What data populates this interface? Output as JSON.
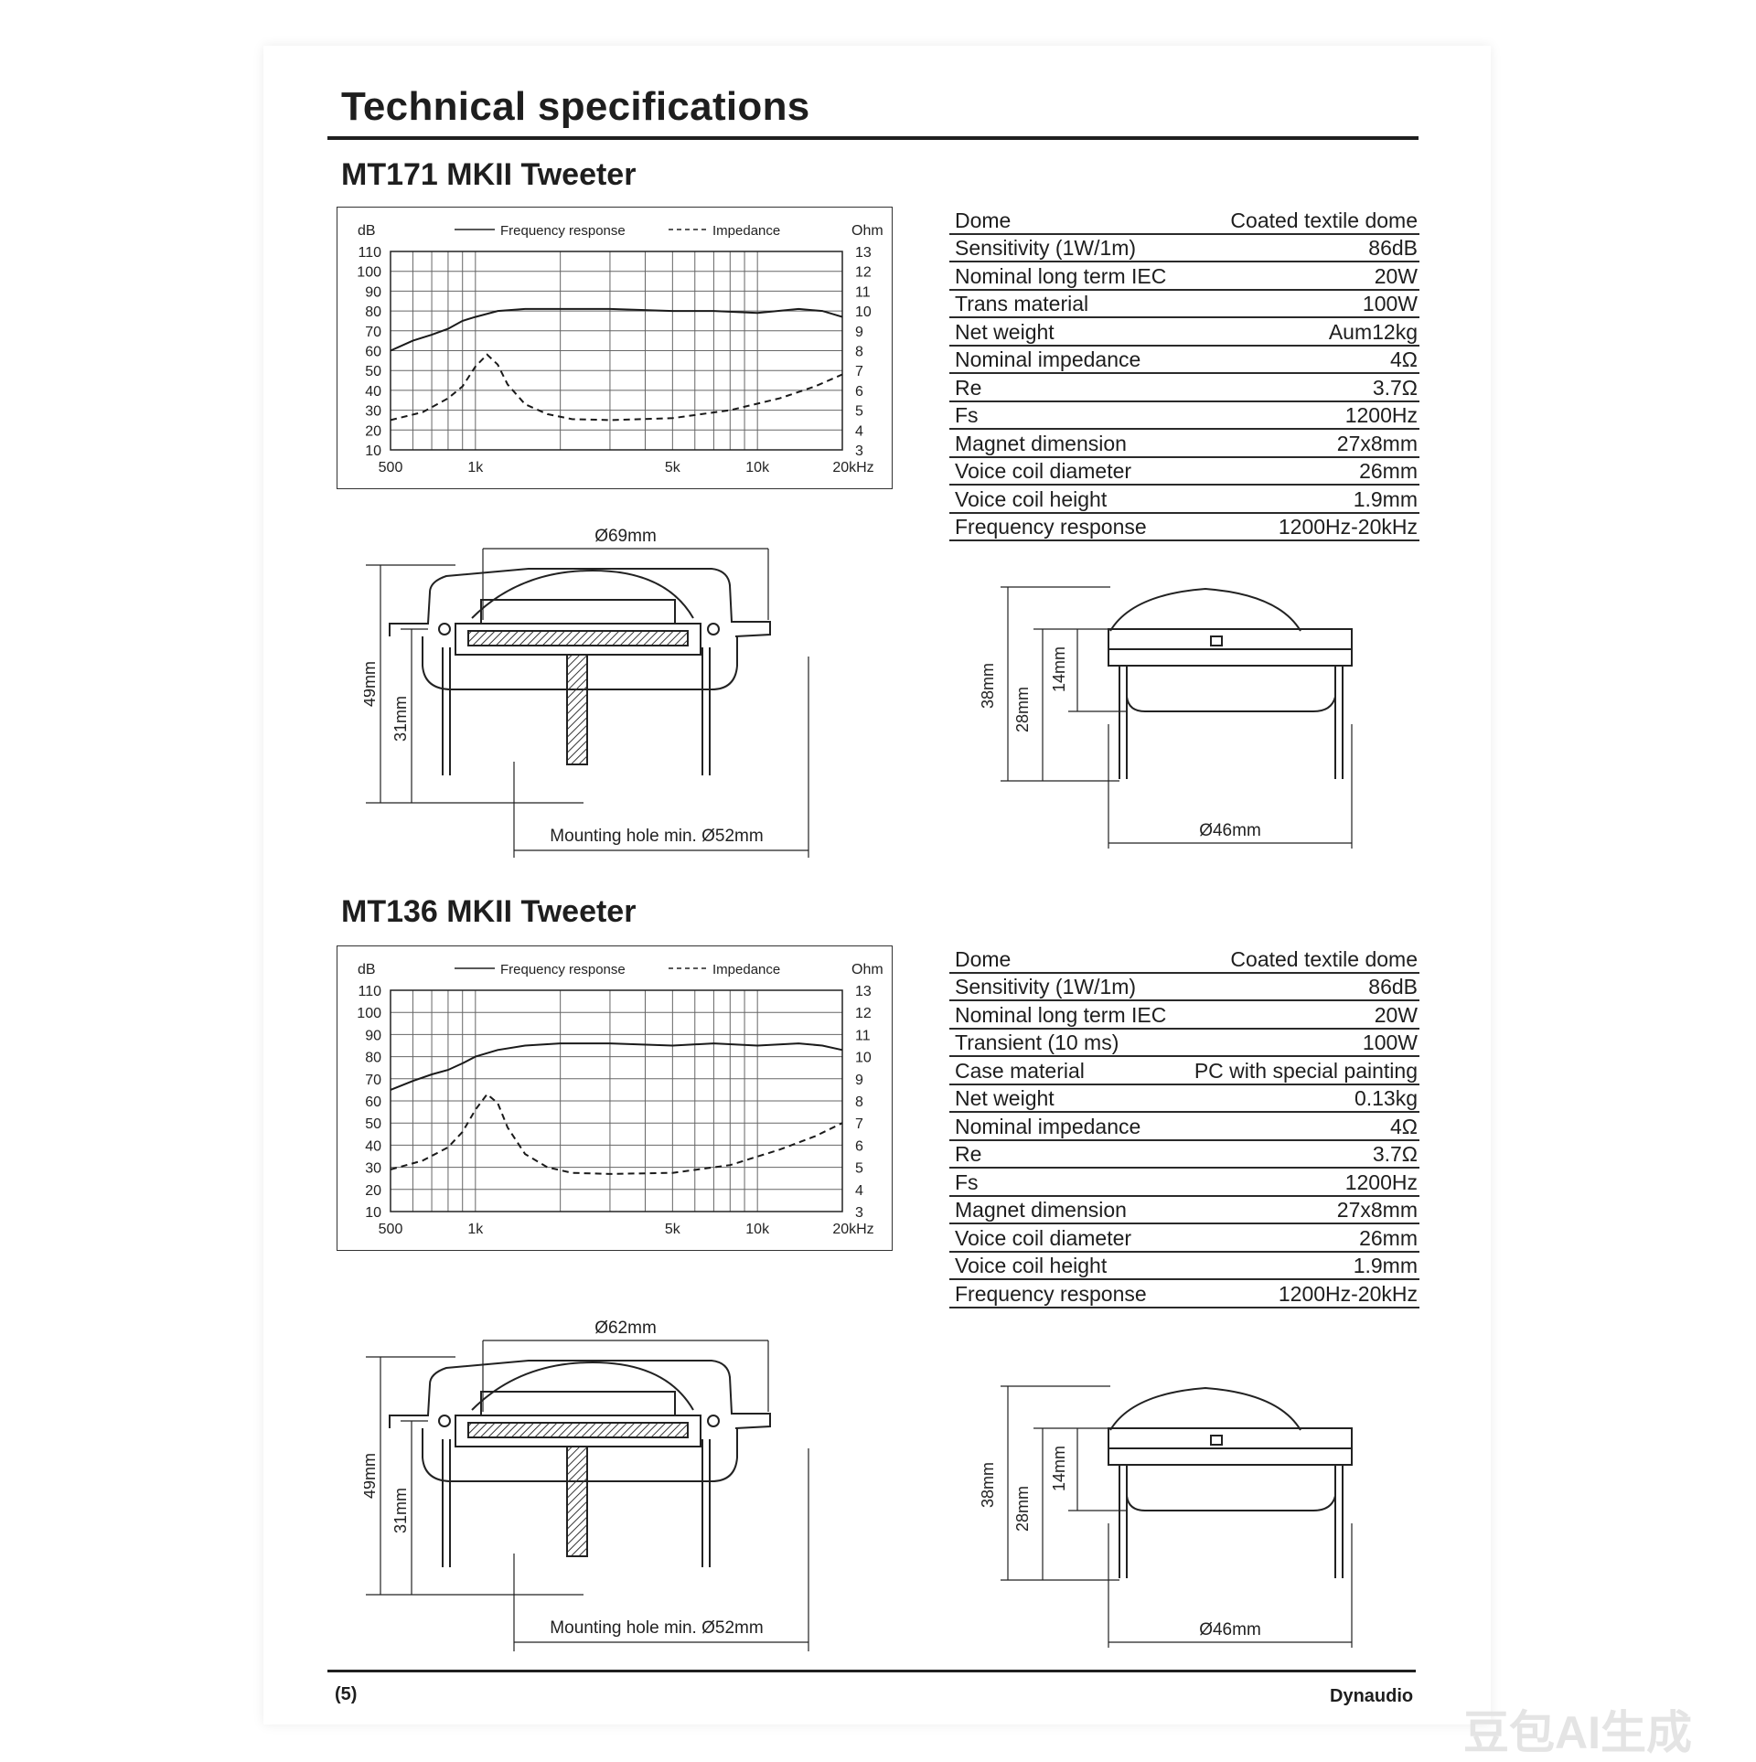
{
  "page": {
    "title": "Technical specifications",
    "page_number": "(5)",
    "brand": "Dynaudio",
    "watermark": "豆包AI生成"
  },
  "products": [
    {
      "name": "MT171 MKII Tweeter",
      "chart_data": {
        "type": "line",
        "left_unit": "dB",
        "right_unit": "Ohm",
        "legend": {
          "solid": "Frequency response",
          "dashed": "Impedance"
        },
        "legend_placement": "top",
        "grid": true,
        "left_ticks": [
          "110",
          "100",
          "90",
          "80",
          "70",
          "60",
          "50",
          "40",
          "30",
          "20",
          "10"
        ],
        "right_ticks": [
          "13",
          "12",
          "11",
          "10",
          "9",
          "8",
          "7",
          "6",
          "5",
          "4",
          "3"
        ],
        "x_ticks": [
          "500",
          "1k",
          "5k",
          "10k",
          "20kHz"
        ],
        "x_log": true,
        "xlim": [
          500,
          20000
        ],
        "ylim_left": [
          10,
          110
        ],
        "series": [
          {
            "name": "Frequency response",
            "axis": "left",
            "style": "solid",
            "x": [
              500,
              600,
              700,
              800,
              900,
              1000,
              1200,
              1500,
              2000,
              3000,
              5000,
              7000,
              10000,
              14000,
              17000,
              20000
            ],
            "y": [
              60,
              65,
              68,
              71,
              75,
              77,
              80,
              81,
              81,
              81,
              80,
              80,
              79,
              81,
              80,
              77
            ]
          },
          {
            "name": "Impedance",
            "axis": "right",
            "style": "dashed",
            "x": [
              500,
              650,
              800,
              900,
              1000,
              1100,
              1200,
              1300,
              1500,
              1800,
              2200,
              3000,
              5000,
              8000,
              12000,
              16000,
              20000
            ],
            "y": [
              4.5,
              4.9,
              5.6,
              6.2,
              7.2,
              7.8,
              7.3,
              6.3,
              5.3,
              4.8,
              4.55,
              4.5,
              4.6,
              5.0,
              5.6,
              6.2,
              6.8
            ]
          }
        ]
      },
      "specs": [
        [
          "Dome",
          "Coated textile dome"
        ],
        [
          "Sensitivity (1W/1m)",
          "86dB"
        ],
        [
          "Nominal long term IEC",
          "20W"
        ],
        [
          "Trans material",
          "100W"
        ],
        [
          "Net weight",
          "Aum12kg"
        ],
        [
          "Nominal impedance",
          "4Ω"
        ],
        [
          "Re",
          "3.7Ω"
        ],
        [
          "Fs",
          "1200Hz"
        ],
        [
          "Magnet dimension",
          "27x8mm"
        ],
        [
          "Voice coil diameter",
          "26mm"
        ],
        [
          "Voice coil height",
          "1.9mm"
        ],
        [
          "Frequency response",
          "1200Hz-20kHz"
        ]
      ],
      "side_drawing": {
        "width": "Ø69mm",
        "height_total": "49mm",
        "height_lower": "31mm",
        "mounting_hole": "Mounting hole min. Ø52mm"
      },
      "front_drawing": {
        "height_total": "38mm",
        "height_mid": "28mm",
        "height_top": "14mm",
        "width": "Ø46mm"
      }
    },
    {
      "name": "MT136 MKII Tweeter",
      "chart_data": {
        "type": "line",
        "left_unit": "dB",
        "right_unit": "Ohm",
        "legend": {
          "solid": "Frequency response",
          "dashed": "Impedance"
        },
        "legend_placement": "top",
        "grid": true,
        "left_ticks": [
          "110",
          "100",
          "90",
          "80",
          "70",
          "60",
          "50",
          "40",
          "30",
          "20",
          "10"
        ],
        "right_ticks": [
          "13",
          "12",
          "11",
          "10",
          "9",
          "8",
          "7",
          "6",
          "5",
          "4",
          "3"
        ],
        "x_ticks": [
          "500",
          "1k",
          "5k",
          "10k",
          "20kHz"
        ],
        "x_log": true,
        "xlim": [
          500,
          20000
        ],
        "ylim_left": [
          10,
          110
        ],
        "series": [
          {
            "name": "Frequency response",
            "axis": "left",
            "style": "solid",
            "x": [
              500,
              600,
              700,
              800,
              900,
              1000,
              1200,
              1500,
              2000,
              3000,
              5000,
              7000,
              10000,
              14000,
              17000,
              20000
            ],
            "y": [
              65,
              69,
              72,
              74,
              77,
              80,
              83,
              85,
              86,
              86,
              85,
              86,
              85,
              86,
              85,
              83
            ]
          },
          {
            "name": "Impedance",
            "axis": "right",
            "style": "dashed",
            "x": [
              500,
              650,
              800,
              900,
              1000,
              1100,
              1200,
              1300,
              1500,
              1800,
              2200,
              3000,
              5000,
              8000,
              12000,
              16000,
              20000
            ],
            "y": [
              4.9,
              5.3,
              5.9,
              6.6,
              7.6,
              8.3,
              7.9,
              6.8,
              5.6,
              5.0,
              4.75,
              4.7,
              4.75,
              5.1,
              5.8,
              6.4,
              7.0
            ]
          }
        ]
      },
      "specs": [
        [
          "Dome",
          "Coated textile dome"
        ],
        [
          "Sensitivity (1W/1m)",
          "86dB"
        ],
        [
          "Nominal long term IEC",
          "20W"
        ],
        [
          "Transient (10 ms)",
          "100W"
        ],
        [
          "Case material",
          "PC with special painting"
        ],
        [
          "Net weight",
          "0.13kg"
        ],
        [
          "Nominal impedance",
          "4Ω"
        ],
        [
          "Re",
          "3.7Ω"
        ],
        [
          "Fs",
          "1200Hz"
        ],
        [
          "Magnet dimension",
          "27x8mm"
        ],
        [
          "Voice coil diameter",
          "26mm"
        ],
        [
          "Voice coil height",
          "1.9mm"
        ],
        [
          "Frequency response",
          "1200Hz-20kHz"
        ]
      ],
      "side_drawing": {
        "width": "Ø62mm",
        "height_total": "49mm",
        "height_lower": "31mm",
        "mounting_hole": "Mounting hole min. Ø52mm"
      },
      "front_drawing": {
        "height_total": "38mm",
        "height_mid": "28mm",
        "height_top": "14mm",
        "width": "Ø46mm"
      }
    }
  ]
}
